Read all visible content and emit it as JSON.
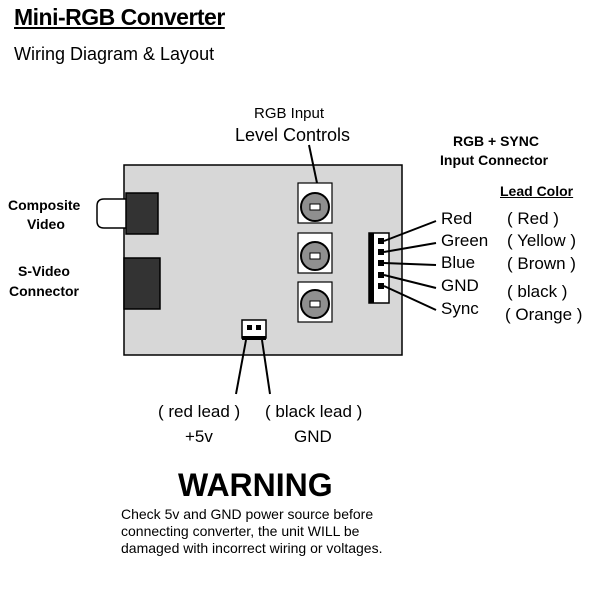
{
  "header": {
    "title": "Mini-RGB Converter",
    "subtitle": "Wiring Diagram & Layout"
  },
  "labels": {
    "level_controls_line1": "RGB Input",
    "level_controls_line2": "Level Controls",
    "input_connector_line1": "RGB + SYNC",
    "input_connector_line2": "Input Connector",
    "lead_color_heading": "Lead Color",
    "composite_line1": "Composite",
    "composite_line2": "Video",
    "svideo_line1": "S-Video",
    "svideo_line2": "Connector",
    "red_lead": "( red lead )",
    "plus5v": "+5v",
    "black_lead": "( black lead )",
    "gnd": "GND"
  },
  "pins": [
    {
      "signal": "Red",
      "lead_color": "( Red )"
    },
    {
      "signal": "Green",
      "lead_color": "( Yellow )"
    },
    {
      "signal": "Blue",
      "lead_color": "( Brown )"
    },
    {
      "signal": "GND",
      "lead_color": "( black )"
    },
    {
      "signal": "Sync",
      "lead_color": "( Orange )"
    }
  ],
  "warning": {
    "heading": "WARNING",
    "line1": "Check 5v and GND power source before",
    "line2": "connecting converter, the unit WILL be",
    "line3": "damaged with incorrect wiring or voltages."
  },
  "colors": {
    "board": "#d7d7d7",
    "connector": "#333333",
    "knob": "#8f8f8f",
    "line": "#000000"
  }
}
